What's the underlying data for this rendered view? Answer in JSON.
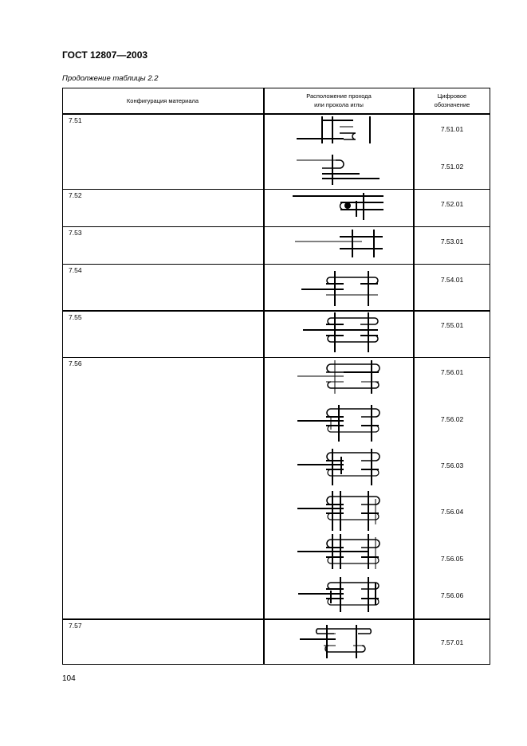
{
  "header": {
    "title": "ГОСТ 12807—2003",
    "caption": "Продолжение таблицы 2.2"
  },
  "table": {
    "columns": [
      "Конфигурация материала",
      "Расположение прохода или прокола иглы",
      "Цифровое обозначение"
    ],
    "columns_lines": {
      "col2_line1": "Расположение прохода",
      "col2_line2": "или прокола иглы",
      "col3_line1": "Цифровое",
      "col3_line2": "обозначение"
    },
    "rows": [
      {
        "config": "7.51",
        "codes": [
          "7.51.01",
          "7.51.02"
        ]
      },
      {
        "config": "7.52",
        "codes": [
          "7.52.01"
        ]
      },
      {
        "config": "7.53",
        "codes": [
          "7.53.01"
        ]
      },
      {
        "config": "7.54",
        "codes": [
          "7.54.01"
        ]
      },
      {
        "config": "7.55",
        "codes": [
          "7.55.01"
        ]
      },
      {
        "config": "7.56",
        "codes": [
          "7.56.01",
          "7.56.02",
          "7.56.03",
          "7.56.04",
          "7.56.05",
          "7.56.06"
        ]
      },
      {
        "config": "7.57",
        "codes": [
          "7.57.01"
        ]
      }
    ]
  },
  "footer": {
    "page_number": "104"
  }
}
